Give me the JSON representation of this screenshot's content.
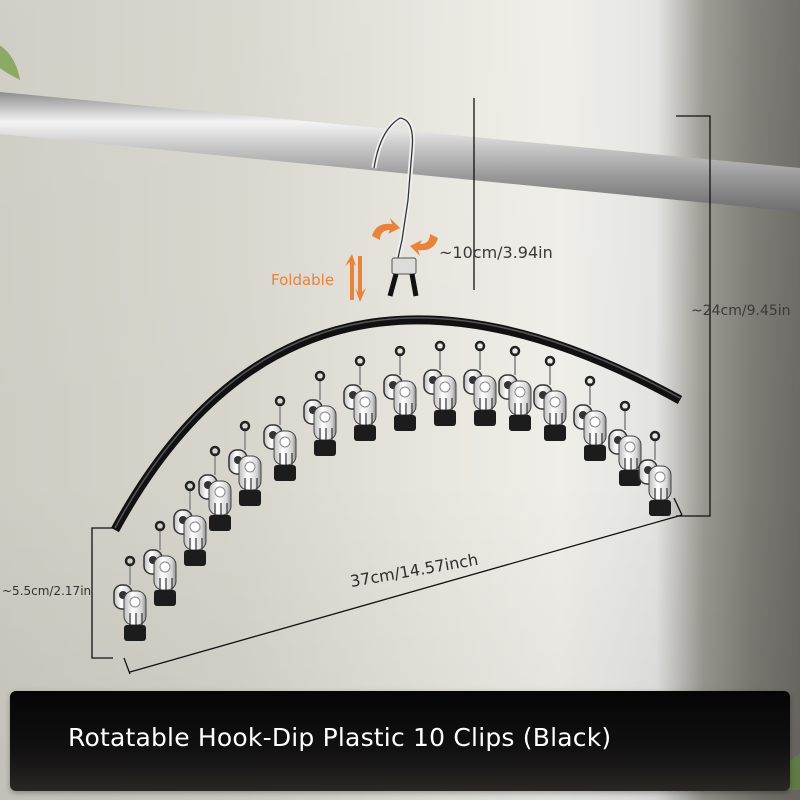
{
  "product": {
    "caption": "Rotatable Hook-Dip Plastic 10 Clips (Black)",
    "features": {
      "foldable_label": "Foldable",
      "rotation_icon": "rotate-arrows-icon",
      "fold_icon": "up-down-arrows-icon"
    },
    "dimensions": {
      "hook_height": "~10cm/3.94in",
      "total_height": "~24cm/9.45in",
      "clip_height": "~5.5cm/2.17in",
      "width": "37cm/14.57inch"
    },
    "colors": {
      "accent_orange": "#e8833a",
      "hanger_black": "#1a1a1a",
      "banner_bg": "#0b0b0b",
      "banner_text": "#ffffff",
      "rod_silver": "#b5b5b5"
    }
  }
}
